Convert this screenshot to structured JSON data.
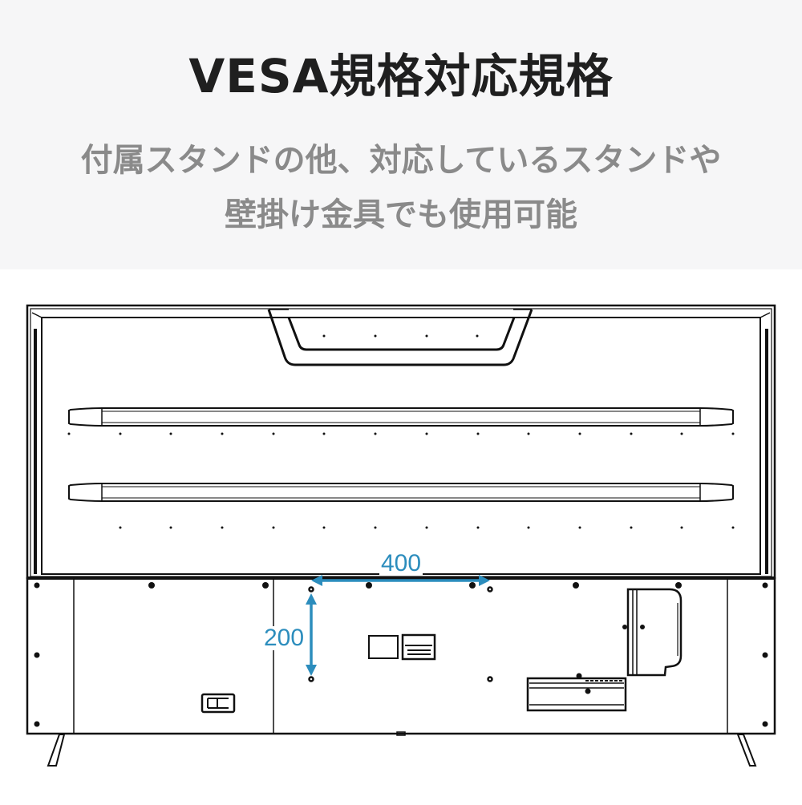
{
  "header": {
    "title": "VESA規格対応規格",
    "subtitle_lines": [
      "付属スタンドの他、対応しているスタンドや",
      "壁掛け金具でも使用可能"
    ],
    "background_color": "#f6f6f7",
    "title_color": "#1f1f1f",
    "subtitle_color": "#8a8a8a"
  },
  "diagram": {
    "subject": "TV rear view",
    "accent_color": "#2c8dbd",
    "vesa": {
      "horizontal_mm": "400",
      "vertical_mm": "200"
    },
    "labels": {
      "horizontal": "400",
      "vertical": "200"
    },
    "parts": [
      "top-handle",
      "upper-rail",
      "lower-rail",
      "vesa-mount-holes",
      "spec-label",
      "blank-label",
      "power-connector",
      "terminal-cover",
      "io-panel",
      "left-leg",
      "right-leg"
    ]
  }
}
